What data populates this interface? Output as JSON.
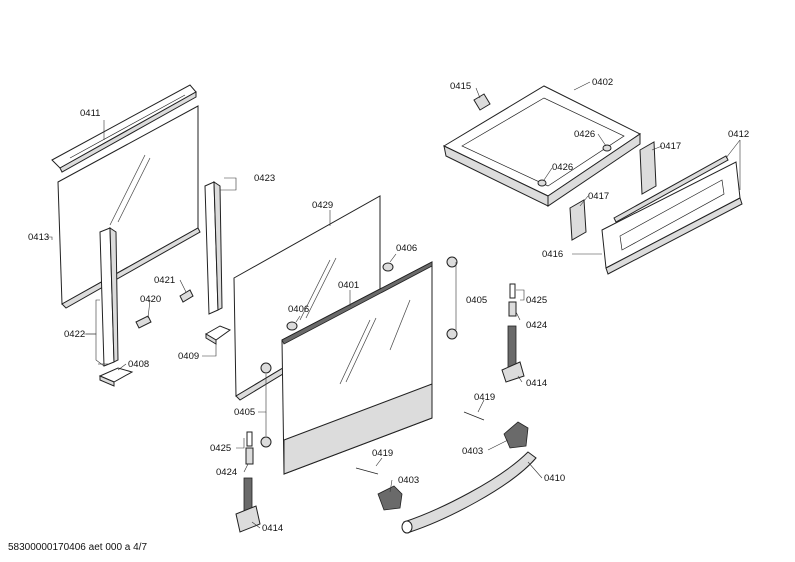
{
  "footer": "58300000170406 aet 000 a 4/7",
  "labels": {
    "l0411": "0411",
    "l0413": "0413",
    "l0422": "0422",
    "l0408": "0408",
    "l0420": "0420",
    "l0421": "0421",
    "l0409": "0409",
    "l0423": "0423",
    "l0429": "0429",
    "l0406a": "0406",
    "l0406b": "0406",
    "l0401": "0401",
    "l0405a": "0405",
    "l0405b": "0405",
    "l0425a": "0425",
    "l0424a": "0424",
    "l0414a": "0414",
    "l0425b": "0425",
    "l0424b": "0424",
    "l0414b": "0414",
    "l0419a": "0419",
    "l0419b": "0419",
    "l0403a": "0403",
    "l0403b": "0403",
    "l0410": "0410",
    "l0415": "0415",
    "l0402": "0402",
    "l0426a": "0426",
    "l0426b": "0426",
    "l0417a": "0417",
    "l0417b": "0417",
    "l0412": "0412",
    "l0416": "0416"
  }
}
